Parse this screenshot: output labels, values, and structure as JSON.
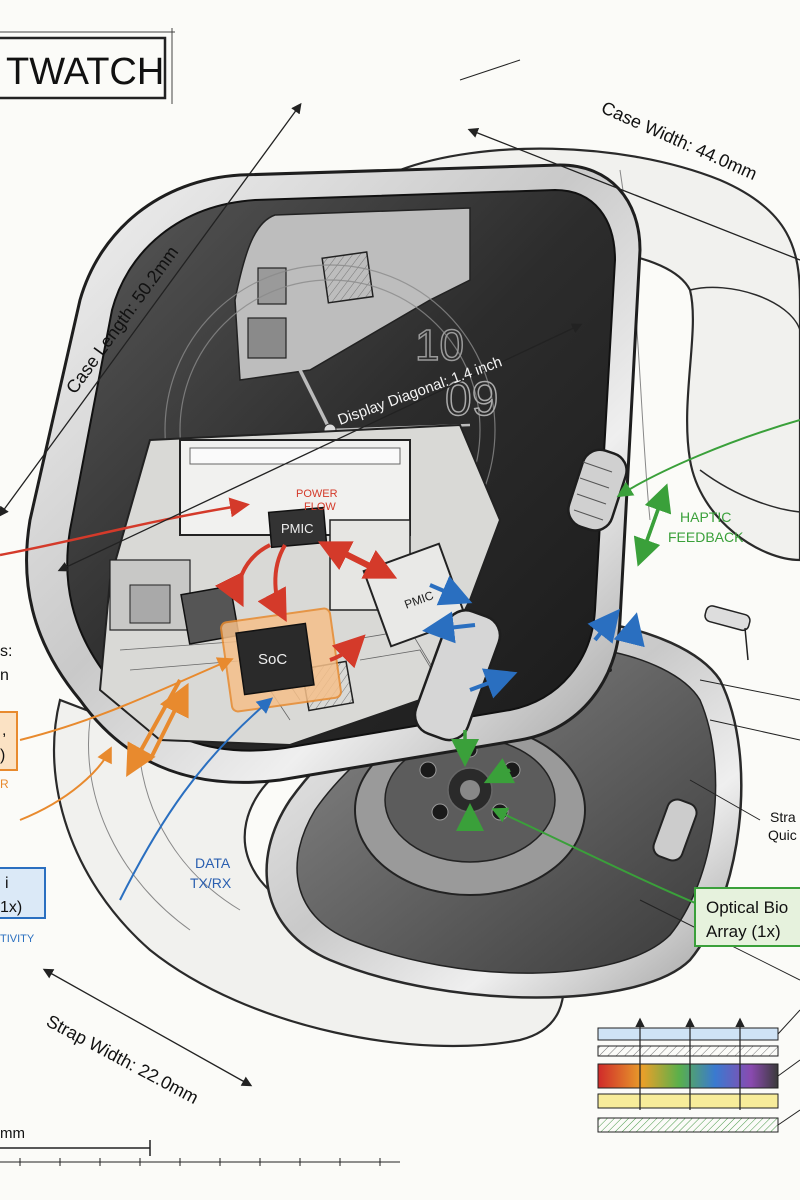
{
  "title": "TWATCH",
  "dimensions": {
    "case_width": "Case Width: 44.0mm",
    "case_length": "Case Length: 50.2mm",
    "display_diagonal": "Display Diagonal: 1.4 inch",
    "strap_width": "Strap Width: 22.0mm"
  },
  "callouts": {
    "power_flow": [
      "POWER",
      "FLOW"
    ],
    "pmic_top": "PMIC",
    "pmic_side": "PMIC",
    "soc": "SoC",
    "haptic": [
      "HAPTIC",
      "FEEDBACK"
    ],
    "data": [
      "DATA",
      "TX/RX"
    ],
    "optical": [
      "Optical Bio",
      "Array (1x)"
    ],
    "strap_quick": [
      "Stra",
      "Quic"
    ],
    "left_s": "s:",
    "left_n": "n",
    "left_orange_box": [
      ",",
      ")"
    ],
    "left_r": "R",
    "left_blue_box": [
      "i",
      "1x)"
    ],
    "left_tivity": "TIVITY"
  },
  "watch_face": {
    "digit_top": "10",
    "digit_bottom": "09"
  },
  "scale_bar": {
    "label": "mm"
  },
  "colors": {
    "power": "#d43a2a",
    "haptic": "#3aa03a",
    "data": "#2a5fb0",
    "orange": "#e88a2e",
    "sketch": "#2a2a2a"
  }
}
